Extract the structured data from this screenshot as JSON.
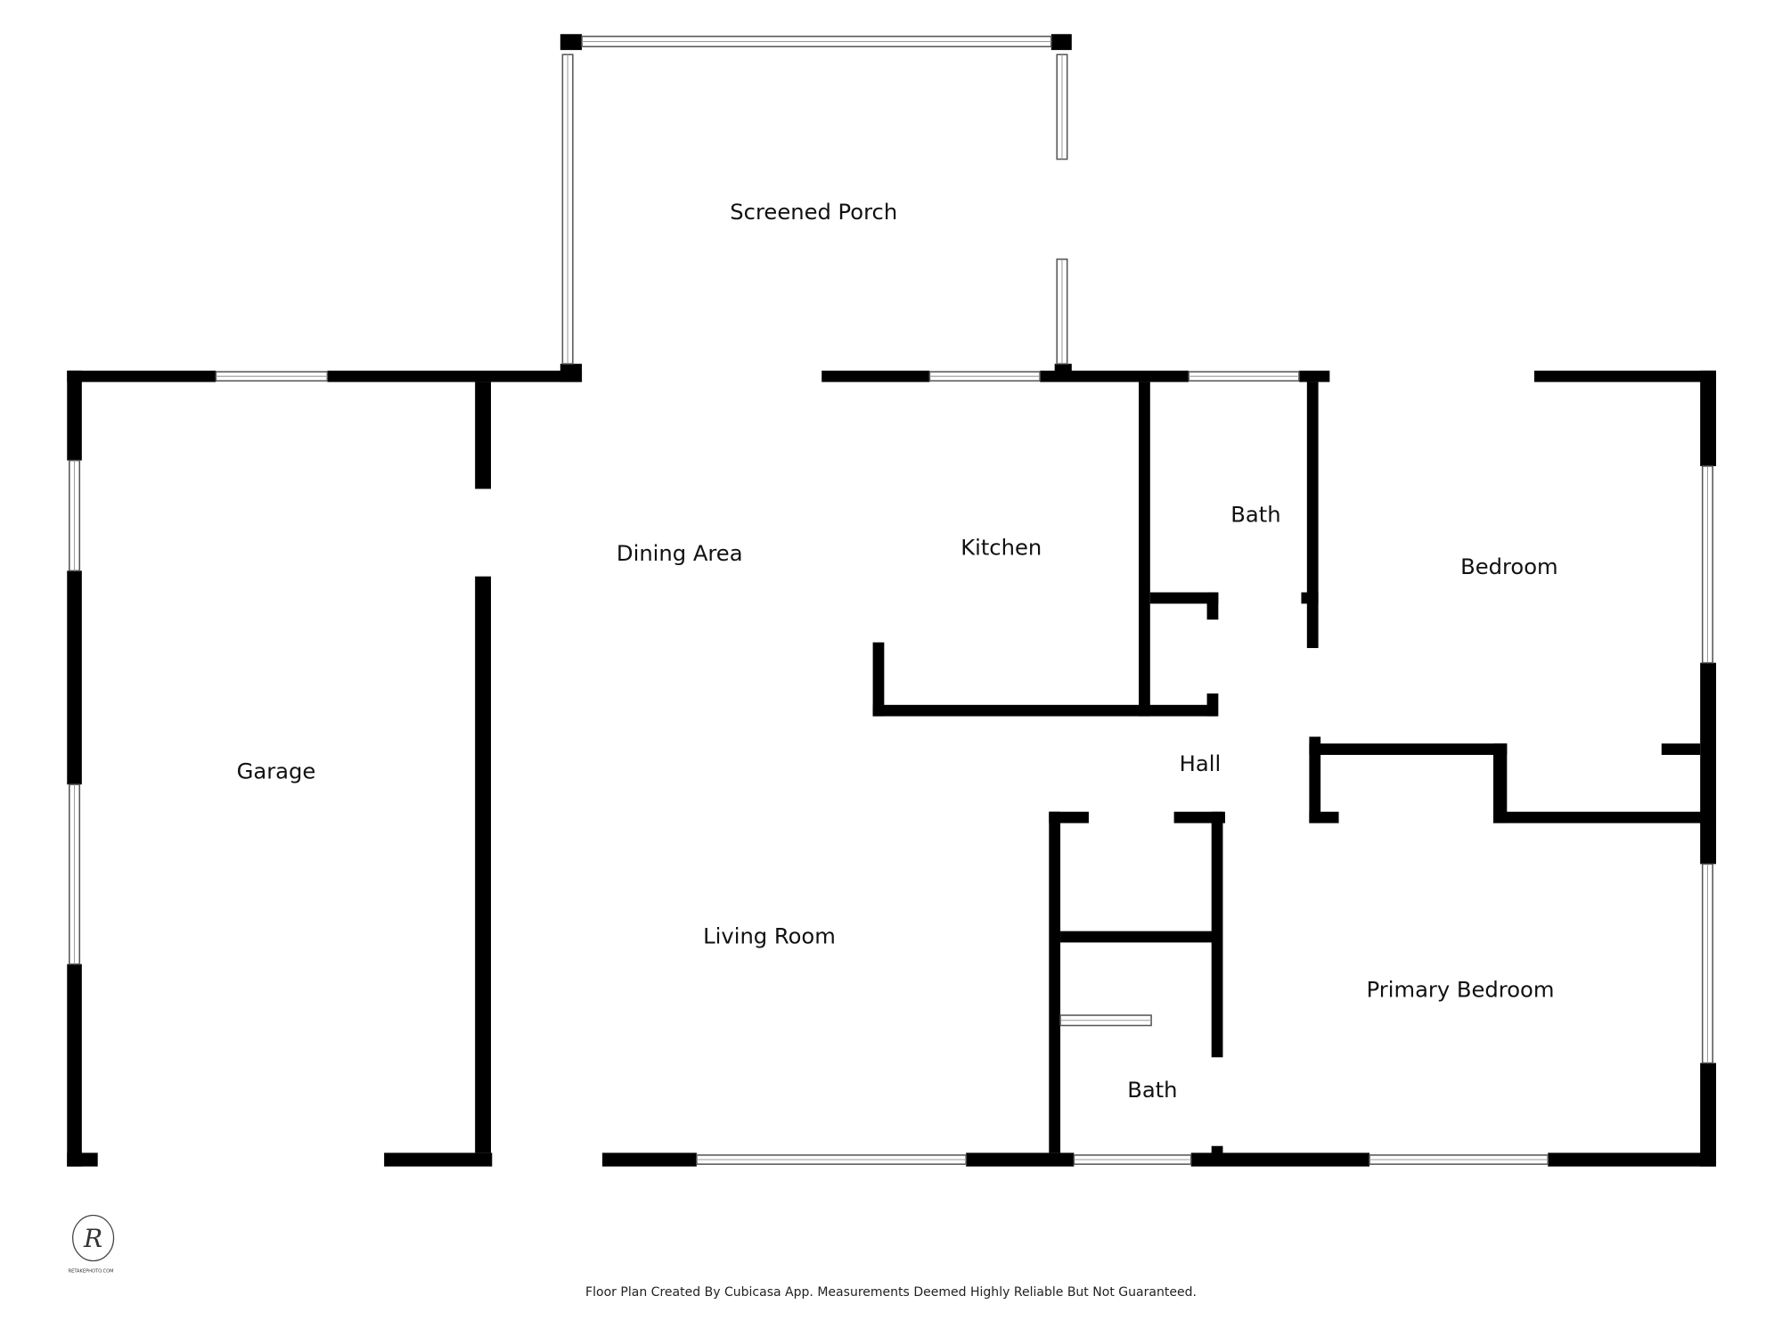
{
  "rooms": {
    "screened_porch": "Screened Porch",
    "dining_area": "Dining Area",
    "kitchen": "Kitchen",
    "bath_upper": "Bath",
    "bedroom": "Bedroom",
    "garage": "Garage",
    "hall": "Hall",
    "living_room": "Living Room",
    "primary_bedroom": "Primary Bedroom",
    "bath_lower": "Bath"
  },
  "logo": {
    "text": "RETAKEPHOTO.COM",
    "letter": "R"
  },
  "footer": "Floor Plan Created By Cubicasa App. Measurements Deemed Highly Reliable But Not Guaranteed.",
  "colors": {
    "wall": "#000000",
    "background": "#ffffff"
  }
}
